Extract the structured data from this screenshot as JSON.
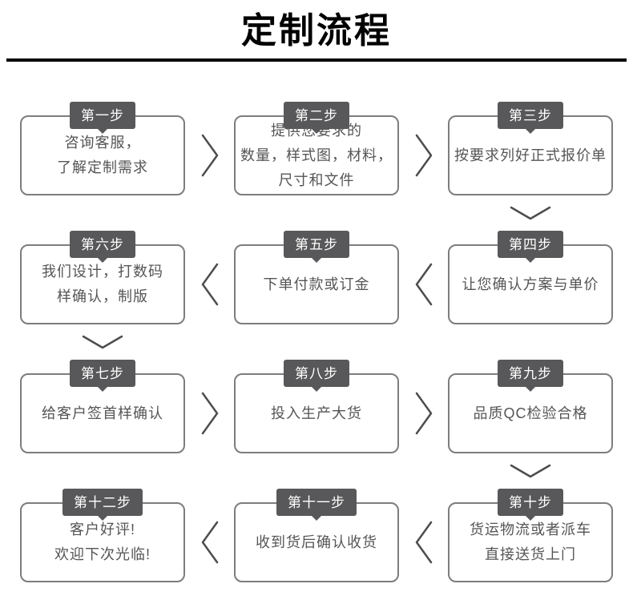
{
  "title": "定制流程",
  "colors": {
    "badge_bg": "#58585a",
    "box_border": "#7d7d7d",
    "box_text": "#555555",
    "arrow": "#4d4d4d",
    "title": "#000000"
  },
  "steps": [
    {
      "badge": "第一步",
      "text": "咨询客服，\n了解定制需求"
    },
    {
      "badge": "第二步",
      "text": "提供您要求的\n数量，样式图，材料，\n尺寸和文件"
    },
    {
      "badge": "第三步",
      "text": "按要求列好正式报价单"
    },
    {
      "badge": "第四步",
      "text": "让您确认方案与单价"
    },
    {
      "badge": "第五步",
      "text": "下单付款或订金"
    },
    {
      "badge": "第六步",
      "text": "我们设计，打数码\n样确认，制版"
    },
    {
      "badge": "第七步",
      "text": "给客户签首样确认"
    },
    {
      "badge": "第八步",
      "text": "投入生产大货"
    },
    {
      "badge": "第九步",
      "text": "品质QC检验合格"
    },
    {
      "badge": "第十步",
      "text": "货运物流或者派车\n直接送货上门"
    },
    {
      "badge": "第十一步",
      "text": "收到货后确认收货"
    },
    {
      "badge": "第十二步",
      "text": "客户好评!\n欢迎下次光临!"
    }
  ]
}
